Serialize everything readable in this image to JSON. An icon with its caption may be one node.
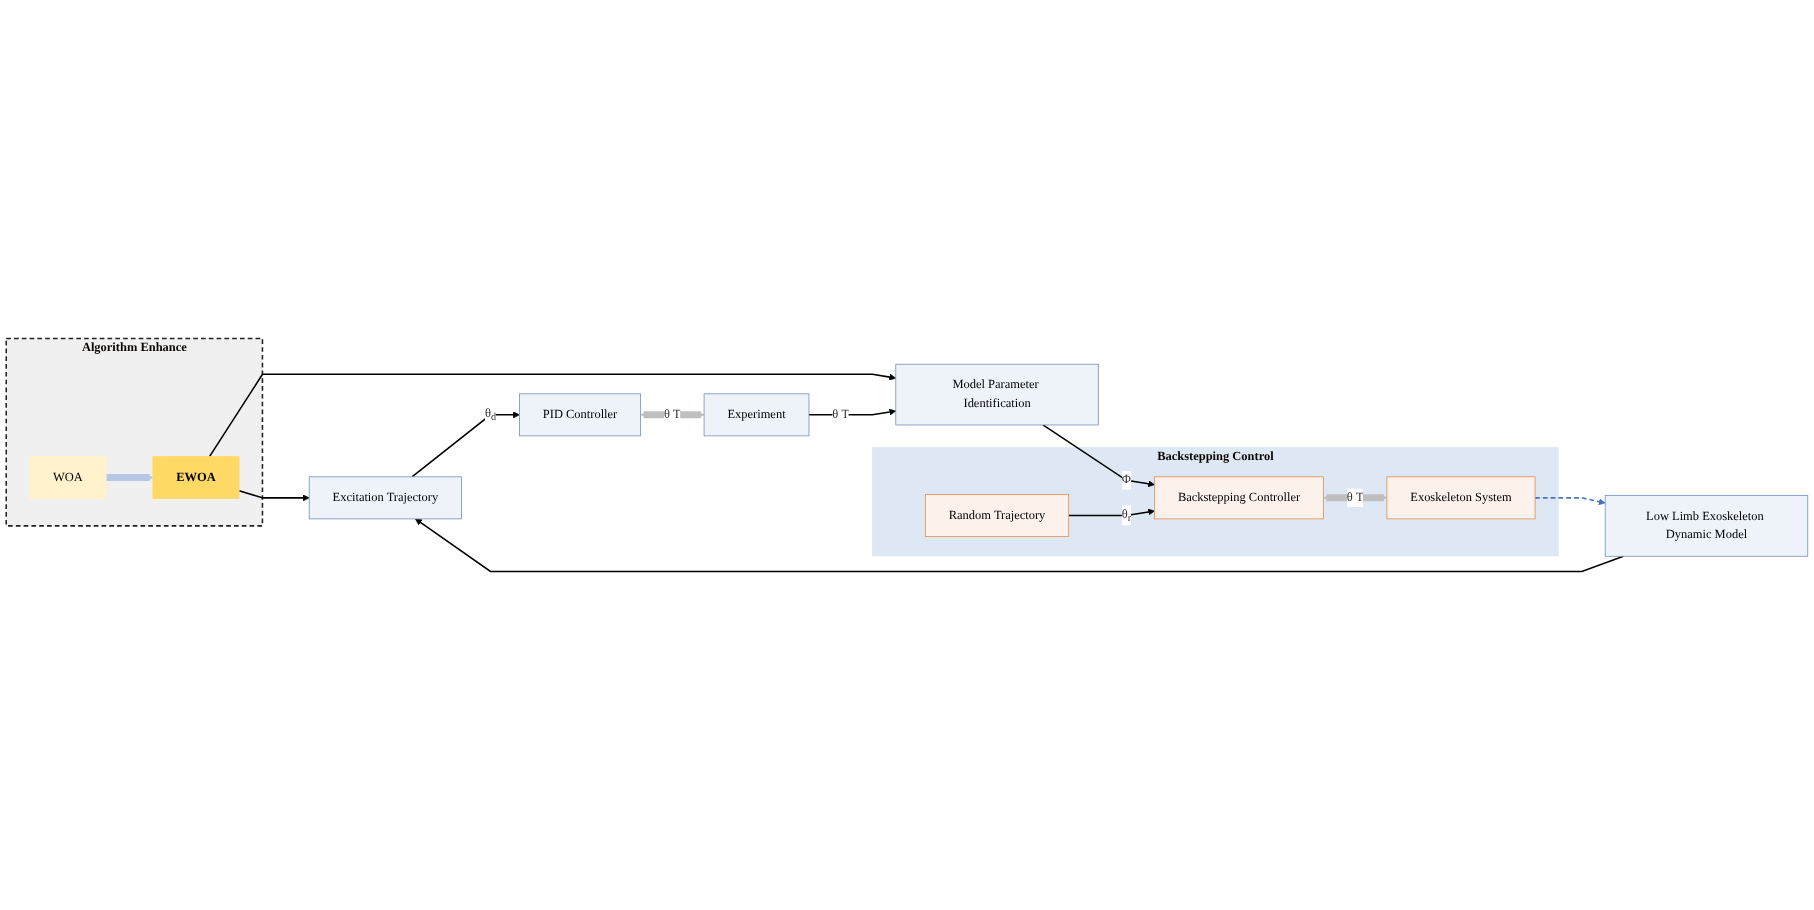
{
  "diagram": {
    "nodes": [
      {
        "text": [
          "Algorithm Enhance"
        ]
      },
      {
        "text": [
          "WOA"
        ],
        "in": 0
      },
      {
        "text": [
          "EWOA"
        ],
        "in": 0
      },
      {
        "text": [
          "Low Limb Exoskeleton Dynamic Model"
        ]
      },
      {
        "text": [
          "Excitation Trajectory"
        ]
      },
      {
        "text": [
          "PID Controller"
        ]
      },
      {
        "text": [
          "Model Parameter Identification"
        ]
      },
      {
        "text": [
          "Experiment"
        ]
      },
      {
        "text": [
          "Backstepping Control"
        ]
      },
      {
        "text": [
          "Backstepping Controller"
        ],
        "in": 8
      },
      {
        "text": [
          "Random Trajectory"
        ],
        "in": 8
      },
      {
        "text": [
          "Exoskeleton System"
        ],
        "in": 8
      }
    ],
    "edges": [
      {
        "from": 1,
        "to": 2,
        "arrow": "to",
        "style": "thick",
        "color": "#b4c7e7"
      },
      {
        "from": 2,
        "to": 4,
        "arrow": "to"
      },
      {
        "from": 2,
        "to": 6,
        "arrow": "to"
      },
      {
        "from": 3,
        "to": 4,
        "arrow": "to"
      },
      {
        "from": 4,
        "to": 5,
        "arrow": "to",
        "label": "θ$_{d}$"
      },
      {
        "from": 5,
        "to": 7,
        "arrow": "both",
        "label": "θ T",
        "style": "thick",
        "color": "#bfbfbf"
      },
      {
        "from": 7,
        "to": 6,
        "arrow": "to",
        "label": "θ T"
      },
      {
        "from": 6,
        "to": 9,
        "arrow": "to",
        "label": "Φ"
      },
      {
        "from": 10,
        "to": 9,
        "arrow": "to",
        "label": "θ$_{r}$"
      },
      {
        "from": 9,
        "to": 11,
        "arrow": "both",
        "label": "θ T",
        "style": "thick",
        "color": "#bfbfbf"
      },
      {
        "from": 11,
        "to": 3,
        "arrow": "to",
        "style": "dashed",
        "color": "#4472c4"
      }
    ]
  }
}
